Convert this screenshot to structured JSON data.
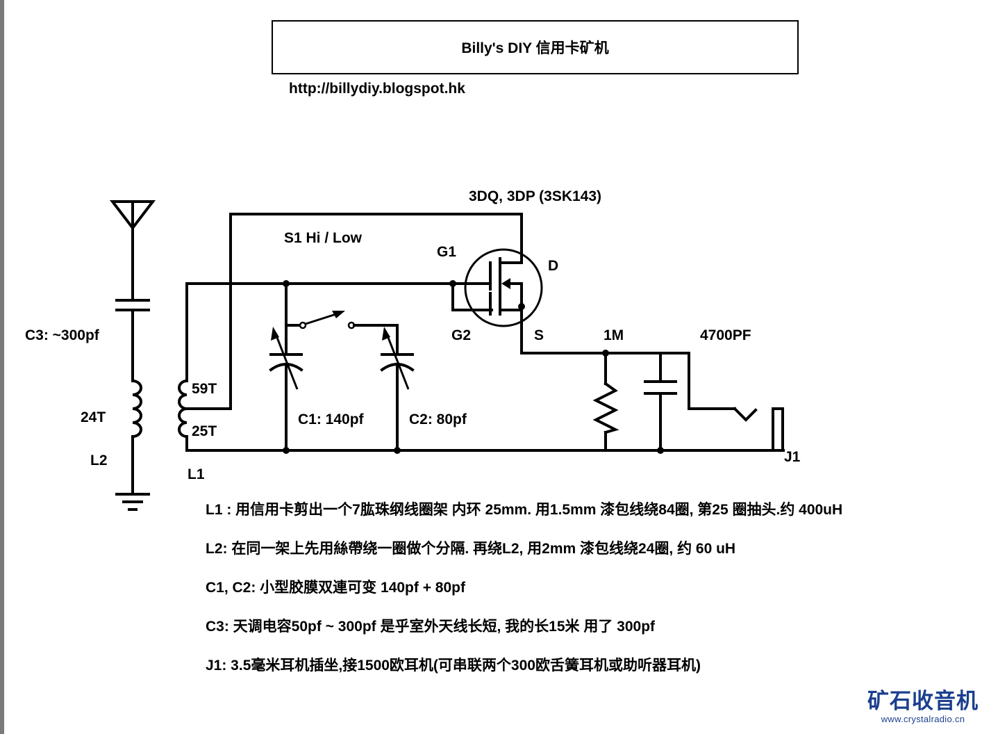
{
  "header": {
    "title": "Billy's DIY 信用卡矿机",
    "url": "http://billydiy.blogspot.hk"
  },
  "schematic": {
    "transistor_label": "3DQ, 3DP (3SK143)",
    "switch_label": "S1 Hi / Low",
    "pins": {
      "g1": "G1",
      "g2": "G2",
      "d": "D",
      "s": "S"
    },
    "c3_label": "C3: ~300pf",
    "l2_turns": "24T",
    "l2_label": "L2",
    "l1_tap_upper": "59T",
    "l1_tap_lower": "25T",
    "l1_label": "L1",
    "c1_label": "C1: 140pf",
    "c2_label": "C2: 80pf",
    "resistor_label": "1M",
    "cap_label": "4700PF",
    "jack_label": "J1",
    "components": [
      {
        "id": "antenna",
        "type": "antenna-icon"
      },
      {
        "id": "C3",
        "type": "capacitor"
      },
      {
        "id": "L2",
        "type": "inductor"
      },
      {
        "id": "ground",
        "type": "ground-icon"
      },
      {
        "id": "L1",
        "type": "tapped-inductor"
      },
      {
        "id": "C1",
        "type": "variable-capacitor"
      },
      {
        "id": "C2",
        "type": "variable-capacitor"
      },
      {
        "id": "S1",
        "type": "spst-switch"
      },
      {
        "id": "Q1",
        "type": "dual-gate-mosfet"
      },
      {
        "id": "R1",
        "type": "resistor"
      },
      {
        "id": "C4",
        "type": "capacitor"
      },
      {
        "id": "J1",
        "type": "headphone-jack"
      }
    ]
  },
  "notes": [
    "L1 : 用信用卡剪出一个7肱珠纲线圈架 内环 25mm. 用1.5mm 漆包线绕84圈, 第25 圈抽头.约 400uH",
    "L2: 在同一架上先用絲帶绕一圈做个分隔. 再绕L2, 用2mm 漆包线绕24圈, 约 60 uH",
    "C1, C2: 小型胶膜双連可变 140pf + 80pf",
    "C3: 天调电容50pf ~ 300pf 是乎室外天线长短, 我的长15米 用了 300pf",
    "J1: 3.5毫米耳机插坐,接1500欧耳机(可串联两个300欧舌簧耳机或助听器耳机)"
  ],
  "watermark": {
    "name": "矿石收音机",
    "url": "www.crystalradio.cn",
    "color": "#1b3f8f"
  }
}
